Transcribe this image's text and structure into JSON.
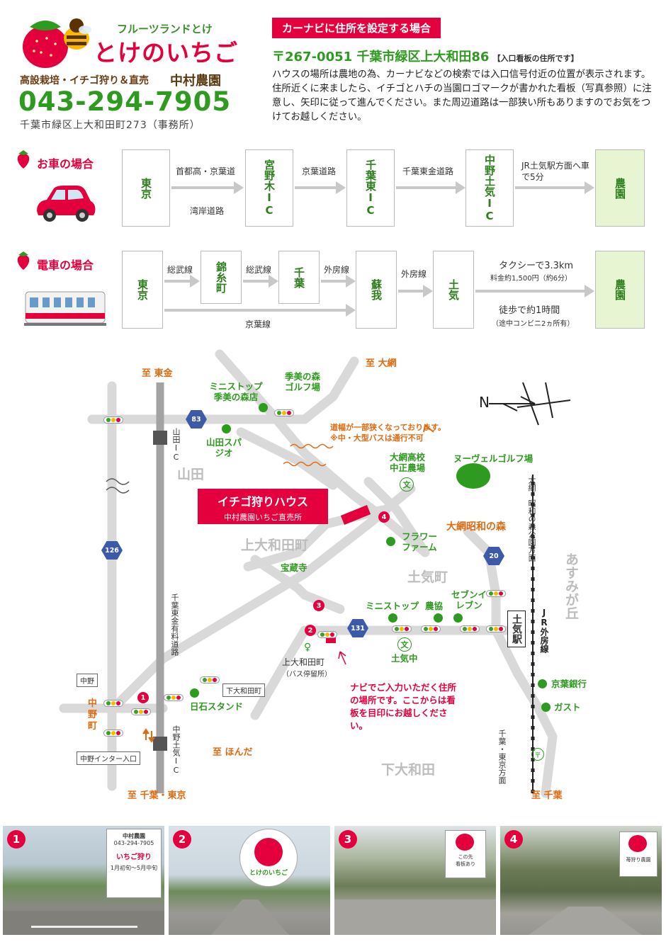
{
  "header": {
    "catchphrase": "フルーツランドとけ",
    "brand": "とけのいちご",
    "subtitle": "高設栽培・イチゴ狩り＆直売",
    "farm_name": "中村農園",
    "phone": "043-294-7905",
    "office_address": "千葉市緑区上大和田町273（事務所）"
  },
  "navi": {
    "tag": "カーナビに住所を設定する場合",
    "address": "〒267-0051 千葉市緑区上大和田86",
    "address_note": "【入口看板の住所です】",
    "description": "ハウスの場所は農地の為、カーナビなどの検索では入口信号付近の位置が表示されます。住所近くに来ましたら、イチゴとハチの当園ロゴマークが書かれた看板（写真参照）に注意し、矢印に従って進んでください。また周辺道路は一部狭い所もありますのでお気をつけてお越しください。"
  },
  "car_route": {
    "label": "お車の場合",
    "nodes": [
      "東京",
      "宮野木IC",
      "千葉東IC",
      "中野土気IC",
      "農園"
    ],
    "seg1_top": "首都高・京葉道",
    "seg1_bottom": "湾岸道路",
    "seg2": "京葉道路",
    "seg3": "千葉東金道路",
    "seg4": "JR土気駅方面へ車で5分"
  },
  "train_route": {
    "label": "電車の場合",
    "nodes": [
      "東京",
      "錦糸町",
      "千葉",
      "蘇我",
      "土気",
      "農園"
    ],
    "sobu1": "総武線",
    "sobu2": "総武線",
    "sotobo1": "外房線",
    "sotobo2": "外房線",
    "keiyo": "京葉線",
    "taxi": "タクシーで3.3km",
    "taxi_fare": "料金約1,500円（約6分）",
    "walk": "徒歩で約1時間",
    "walk_note": "（途中コンビニ2ヵ所有）"
  },
  "map": {
    "north": "N",
    "dest_togane": "至 東金",
    "dest_oami": "至 大網",
    "dest_honda": "至 ほんだ",
    "dest_chiba_tokyo": "至 千葉・東京",
    "dest_chiba": "至 千葉",
    "area_yamada": "山田",
    "area_kamiowada": "上大和田町",
    "area_toke": "土気町",
    "area_shimoowada": "下大和田",
    "area_asumi": "あすみが丘",
    "yamada_ic": "山田IC",
    "nakano_toke_ic": "中野土気IC",
    "toll_road": "千葉東金有料道路",
    "park_dir": "大網・昭和の森公園方面",
    "chiba_tokyo_dir": "千葉・東京方面",
    "jr_station": "土気駅",
    "jr_line": "JR外房線",
    "route_83": "83",
    "route_126": "126",
    "route_20": "20",
    "route_131": "131",
    "ministop1": "ミニストップ季美の森店",
    "kiminomori_golf": "季美の森ゴルフ場",
    "yamada_spajio": "山田スパジオ",
    "narrow_road": "道幅が一部狭くなっております。",
    "narrow_road2": "※中・大型バスは通行不可",
    "oami_hs": "大網高校中正農場",
    "nouvelle_golf": "ヌーヴェルゴルフ場",
    "house_title": "イチゴ狩りハウス",
    "house_sub": "中村農園いちご直売所",
    "oami_showa": "大網昭和の森",
    "flower_farm": "フラワーファーム",
    "hozoji": "宝蔵寺",
    "ministop2": "ミニストップ",
    "nokyo": "農協",
    "seven": "セブンイレブン",
    "toke_jhs": "土気中",
    "bus_stop": "上大和田町",
    "bus_stop_note": "（バス停留所）",
    "navi_note": "ナビでご入力いただく住所の場所です。ここからは看板を目印にお越しください。",
    "keiyo_bank": "京葉銀行",
    "gusto": "ガスト",
    "nisseki": "日石スタンド",
    "shimoowada_sign": "下大和田町",
    "nakano_sign": "中野",
    "nakano_town": "中野町",
    "nakano_inter": "中野インター入口",
    "pins": [
      "1",
      "2",
      "3",
      "4"
    ]
  },
  "photos": {
    "p1_sign1": "中村農園",
    "p1_sign2": "043-294-7905",
    "p1_sign3": "いちご狩り",
    "p1_sign4": "1月初旬〜5月中旬",
    "p2_sign": "とけのいちご",
    "p3_sign1": "この先",
    "p3_sign2": "看板あり",
    "p4_sign": "苺狩り農園"
  },
  "colors": {
    "brand_red": "#e4003c",
    "brand_green": "#2e9a1f",
    "accent_orange": "#e06a10"
  }
}
